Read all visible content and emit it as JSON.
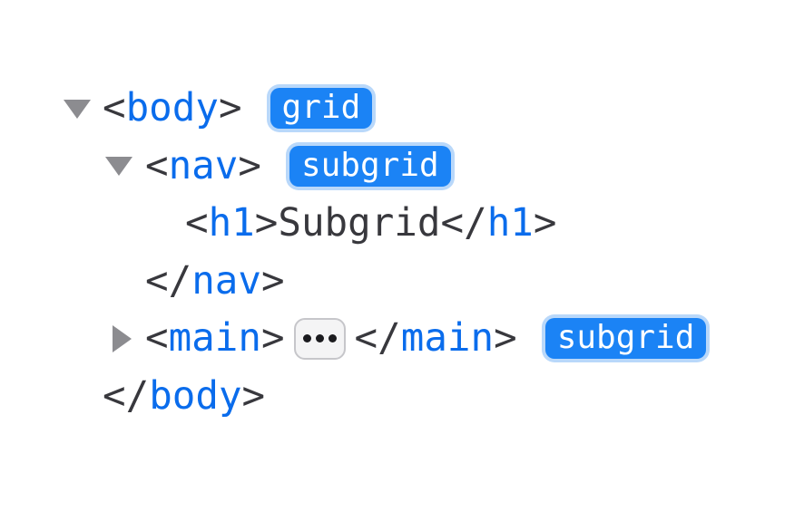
{
  "panel": {
    "description": "devtools-markup-tree"
  },
  "palette": {
    "background": "#ffffff",
    "tag_color": "#0a6cec",
    "punctuation_color": "#38383d",
    "text_color": "#38383d",
    "badge_background": "#1b83f5",
    "badge_text_color": "#ffffff",
    "badge_halo_color": "#b9d8fa",
    "twisty_color": "#8c8c90",
    "expander_background": "#f4f4f5",
    "expander_border": "#c6c6ca",
    "expander_dot_color": "#1b1b1f"
  },
  "icons": {
    "expanded_node": "triangle-down-icon",
    "collapsed_node": "triangle-right-icon",
    "inline_expander": "ellipsis-icon"
  },
  "tree": {
    "rows": [
      {
        "open": "<",
        "tag": "body",
        "close": ">",
        "badge": "grid"
      },
      {
        "open": "<",
        "tag": "nav",
        "close": ">",
        "badge": "subgrid"
      },
      {
        "open": "<",
        "tag": "h1",
        "close": ">",
        "text": "Subgrid",
        "close_open": "</",
        "close_tag": "h1",
        "close_close": ">"
      },
      {
        "open": "</",
        "tag": "nav",
        "close": ">"
      },
      {
        "open": "<",
        "tag": "main",
        "close": ">",
        "close_open": "</",
        "close_tag": "main",
        "close_close": ">",
        "badge": "subgrid"
      },
      {
        "open": "</",
        "tag": "body",
        "close": ">"
      }
    ]
  }
}
